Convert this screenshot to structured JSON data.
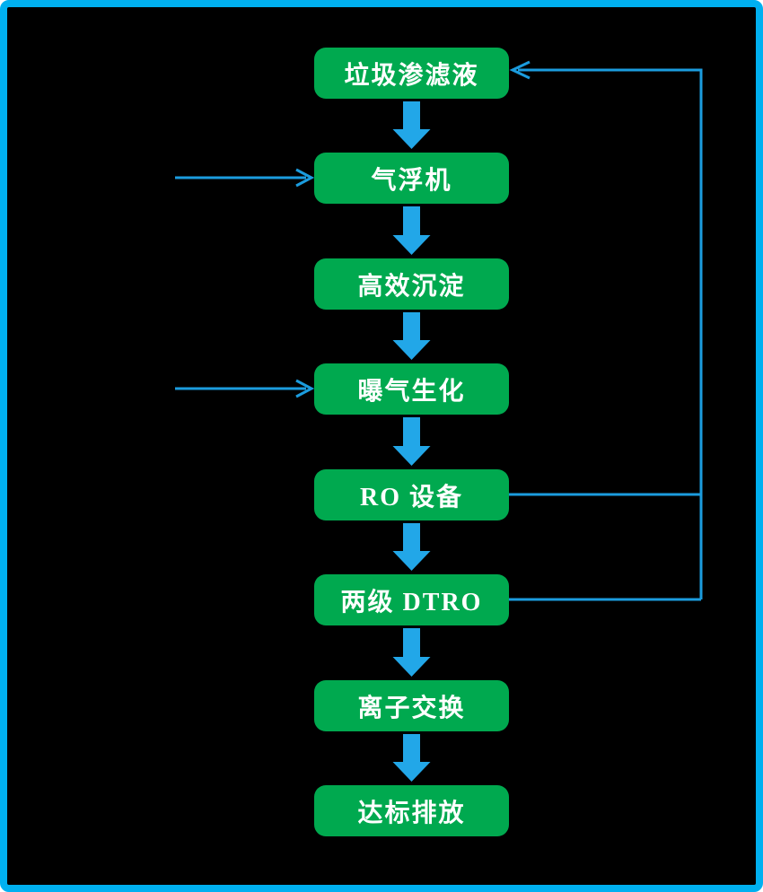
{
  "diagram": {
    "type": "flowchart",
    "background": "#000000",
    "nodes": [
      {
        "id": "leachate",
        "label": "垃圾渗滤液"
      },
      {
        "id": "air-flotation",
        "label": "气浮机"
      },
      {
        "id": "sedimentation",
        "label": "高效沉淀"
      },
      {
        "id": "aeration",
        "label": "曝气生化"
      },
      {
        "id": "ro-equipment",
        "label": "RO 设备"
      },
      {
        "id": "two-stage-dtro",
        "label": "两级 DTRO"
      },
      {
        "id": "ion-exchange",
        "label": "离子交换"
      },
      {
        "id": "discharge",
        "label": "达标排放"
      }
    ],
    "edges": [
      {
        "from": "leachate",
        "to": "air-flotation",
        "type": "flow"
      },
      {
        "from": "air-flotation",
        "to": "sedimentation",
        "type": "flow"
      },
      {
        "from": "sedimentation",
        "to": "aeration",
        "type": "flow"
      },
      {
        "from": "aeration",
        "to": "ro-equipment",
        "type": "flow"
      },
      {
        "from": "ro-equipment",
        "to": "two-stage-dtro",
        "type": "flow"
      },
      {
        "from": "two-stage-dtro",
        "to": "ion-exchange",
        "type": "flow"
      },
      {
        "from": "ion-exchange",
        "to": "discharge",
        "type": "flow"
      },
      {
        "from": "ro-equipment",
        "to": "leachate",
        "type": "recycle"
      },
      {
        "from": "two-stage-dtro",
        "to": "leachate",
        "type": "recycle"
      },
      {
        "from": "external-left",
        "to": "air-flotation",
        "type": "input"
      },
      {
        "from": "external-left",
        "to": "aeration",
        "type": "input"
      }
    ],
    "colors": {
      "node_fill": "#00A94F",
      "node_text": "#FFFFFF",
      "block_arrow": "#22A7E8",
      "connector_line": "#1B9CDE",
      "frame_border": "#00B0F0",
      "background": "#000000"
    }
  }
}
